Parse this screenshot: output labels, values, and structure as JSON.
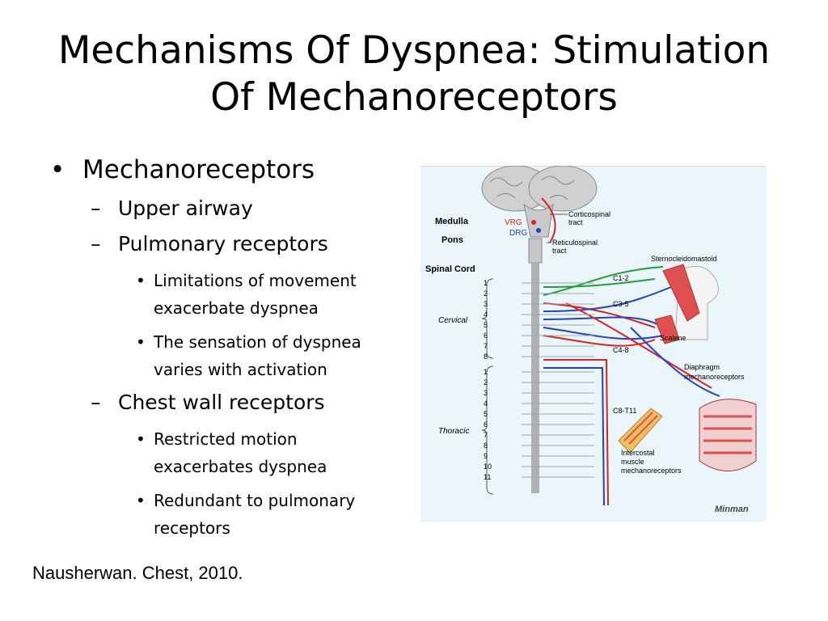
{
  "slide": {
    "title_line1": "Mechanisms Of Dyspnea: Stimulation",
    "title_line2": "Of Mechanoreceptors",
    "bullets": {
      "b1": "Mechanoreceptors",
      "b1_1": "Upper airway",
      "b1_2": "Pulmonary receptors",
      "b1_2_1": "Limitations of movement exacerbate dyspnea",
      "b1_2_2": "The sensation of dyspnea varies with activation",
      "b1_3": "Chest wall receptors",
      "b1_3_1": "Restricted motion exacerbates dyspnea",
      "b1_3_2": "Redundant to pulmonary receptors"
    },
    "markers": {
      "level1": "•",
      "level2": "–",
      "level3": "•"
    },
    "citation": "Nausherwan. Chest, 2010."
  },
  "figure": {
    "labels": {
      "medulla": "Medulla",
      "pons": "Pons",
      "spinal_cord": "Spinal Cord",
      "cervical": "Cervical",
      "thoracic": "Thoracic",
      "vrg": "VRG",
      "drg": "DRG",
      "corticospinal_1": "Corticospinal",
      "corticospinal_2": "tract",
      "reticulospinal_1": "Reticulospinal",
      "reticulospinal_2": "tract",
      "sternocleidomastoid": "Sternocleidomastoid",
      "c1_2": "C1-2",
      "c3_5": "C3-5",
      "c4_8": "C4-8",
      "scalene": "Scalene",
      "diaphragm_1": "Diaphragm",
      "diaphragm_2": "mechanoreceptors",
      "c8_t11": "C8-T11",
      "intercostal_1": "Intercostal",
      "intercostal_2": "muscle",
      "intercostal_3": "mechanoreceptors",
      "signature": "Minman"
    },
    "cervical_numbers": [
      "1",
      "2",
      "3",
      "4",
      "5",
      "6",
      "7",
      "8"
    ],
    "thoracic_numbers": [
      "1",
      "2",
      "3",
      "4",
      "5",
      "6",
      "7",
      "8",
      "9",
      "10",
      "11"
    ],
    "colors": {
      "motor_red": "#e02020",
      "sensory_blue": "#2040d0",
      "c12_green": "#20a030",
      "background": "#eaf6fb",
      "muscle": "#e05050"
    }
  }
}
